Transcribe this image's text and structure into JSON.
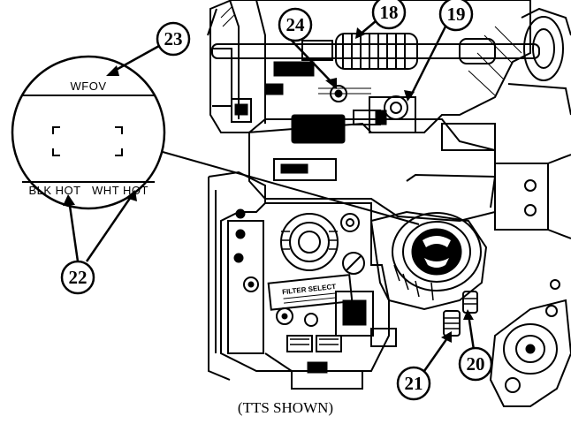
{
  "diagram": {
    "callouts": [
      {
        "id": "c23",
        "label": "23"
      },
      {
        "id": "c24",
        "label": "24"
      },
      {
        "id": "c18",
        "label": "18"
      },
      {
        "id": "c19",
        "label": "19"
      },
      {
        "id": "c22",
        "label": "22"
      },
      {
        "id": "c21",
        "label": "21"
      },
      {
        "id": "c20",
        "label": "20"
      }
    ],
    "reticle": {
      "top_text": "WFOV",
      "bottom_left_text": "BLK HOT",
      "bottom_right_text": "WHT HOT"
    },
    "panel_plate_text": "FILTER SELECT",
    "caption": "(TTS SHOWN)"
  }
}
